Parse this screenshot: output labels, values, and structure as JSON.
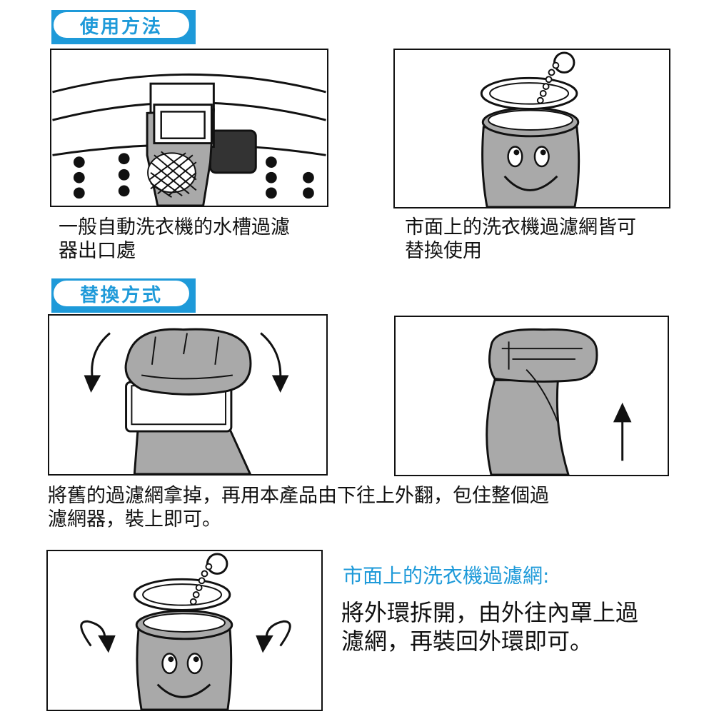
{
  "sections": {
    "usage_title": "使用方法",
    "replace_title": "替換方式"
  },
  "captions": {
    "panel1": [
      "一般自動洗衣機的水槽過濾",
      "器出口處"
    ],
    "panel2": [
      "市面上的洗衣機過濾網皆可",
      "替換使用"
    ],
    "replace": [
      "將舊的過濾網拿掉，再用本產品由下往上外翻，包住整個過",
      "濾網器，裝上即可。"
    ],
    "market_title": "市面上的洗衣機過濾網:",
    "market_body": [
      "將外環拆開，由外往內罩上過",
      "濾網，再裝回外環即可。"
    ]
  },
  "colors": {
    "accent": "#1e9ad9",
    "bag_gray": "#a9a9a9"
  }
}
